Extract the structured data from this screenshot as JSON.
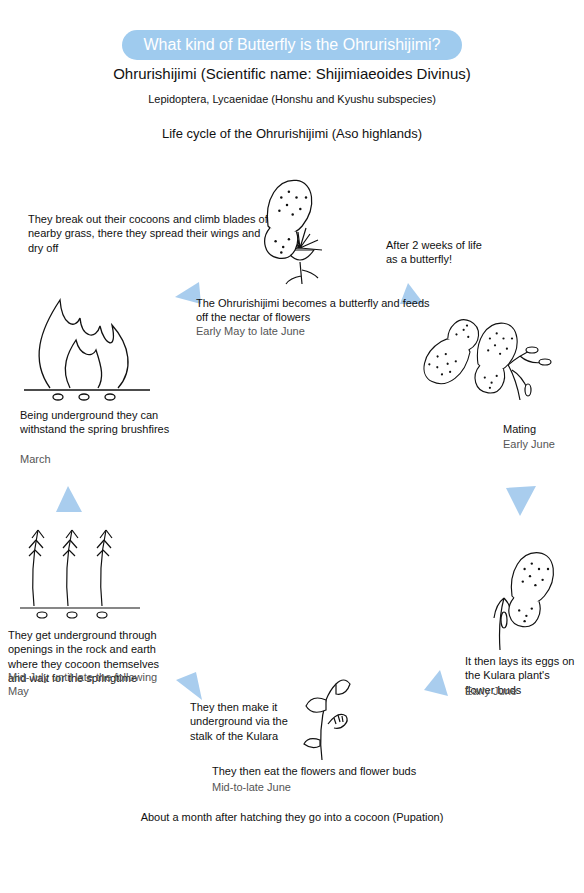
{
  "diagram": {
    "title": "What kind of Butterfly is the Ohrurishijimi?",
    "labels": [
      "Ohrurishijimi (Scientific name: Shijimiaeoides Divinus)",
      "Lepidoptera, Lycaenidae (Honshu and Kyushu subspecies)",
      "Life cycle of the Ohrurishijimi (Aso highlands)",
      "They break out their cocoons and climb blades of nearby grass, there they spread their wings and dry off",
      "After 2 weeks of life as a butterfly!",
      "The Ohrurishijimi becomes a butterfly and feeds off the nectar of flowers",
      "Early May to late June",
      "Mating",
      "Early June",
      "Being underground they can withstand the spring brushfires",
      "March",
      "It then lays its eggs on the Kulara plant's flower buds",
      "Early June",
      "They get underground through openings in the rock and earth where they cocoon themselves and wait for the springtime",
      "Mid-July until late the following May",
      "They then make it underground via the stalk of the Kulara",
      "They then eat the flowers and flower buds",
      "Mid-to-late June",
      "About a month after hatching they go into a cocoon (Pupation)"
    ]
  }
}
